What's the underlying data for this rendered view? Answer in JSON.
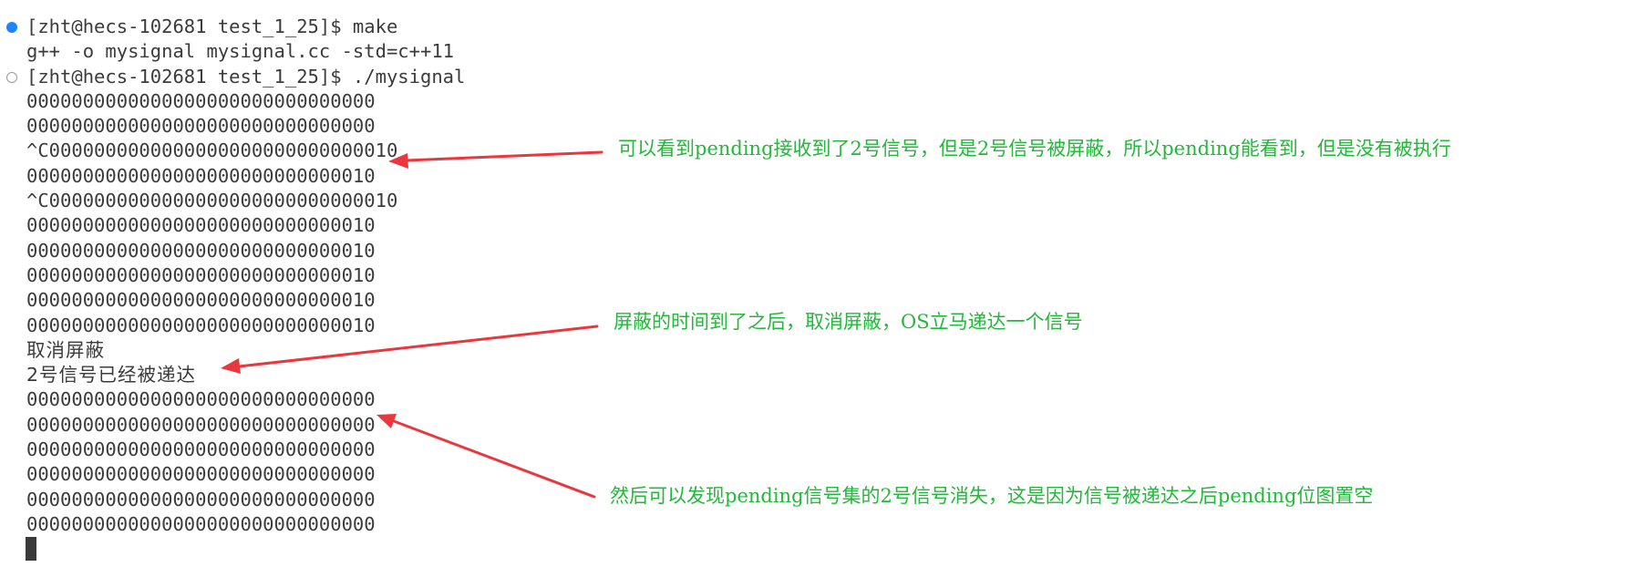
{
  "terminal": {
    "lines": [
      {
        "marker": "filled",
        "text": "[zht@hecs-102681 test_1_25]$ make"
      },
      {
        "marker": "none",
        "text": "g++ -o mysignal mysignal.cc -std=c++11"
      },
      {
        "marker": "hollow",
        "text": "[zht@hecs-102681 test_1_25]$ ./mysignal"
      },
      {
        "marker": "none",
        "text": "0000000000000000000000000000000"
      },
      {
        "marker": "none",
        "text": "0000000000000000000000000000000"
      },
      {
        "marker": "none",
        "text": "^C0000000000000000000000000000010"
      },
      {
        "marker": "none",
        "text": "0000000000000000000000000000010"
      },
      {
        "marker": "none",
        "text": "^C0000000000000000000000000000010"
      },
      {
        "marker": "none",
        "text": "0000000000000000000000000000010"
      },
      {
        "marker": "none",
        "text": "0000000000000000000000000000010"
      },
      {
        "marker": "none",
        "text": "0000000000000000000000000000010"
      },
      {
        "marker": "none",
        "text": "0000000000000000000000000000010"
      },
      {
        "marker": "none",
        "text": "0000000000000000000000000000010"
      },
      {
        "marker": "none",
        "text": "取消屏蔽"
      },
      {
        "marker": "none",
        "text": "2号信号已经被递达"
      },
      {
        "marker": "none",
        "text": "0000000000000000000000000000000"
      },
      {
        "marker": "none",
        "text": "0000000000000000000000000000000"
      },
      {
        "marker": "none",
        "text": "0000000000000000000000000000000"
      },
      {
        "marker": "none",
        "text": "0000000000000000000000000000000"
      },
      {
        "marker": "none",
        "text": "0000000000000000000000000000000"
      },
      {
        "marker": "none",
        "text": "0000000000000000000000000000000"
      }
    ]
  },
  "annotations": {
    "color": "#22b83a",
    "arrow_color": "#e8383d",
    "note1": "可以看到pending接收到了2号信号，但是2号信号被屏蔽，所以pending能看到，但是没有被执行",
    "note2": "屏蔽的时间到了之后，取消屏蔽，OS立马递达一个信号",
    "note3": "然后可以发现pending信号集的2号信号消失，这是因为信号被递达之后pending位图置空"
  }
}
